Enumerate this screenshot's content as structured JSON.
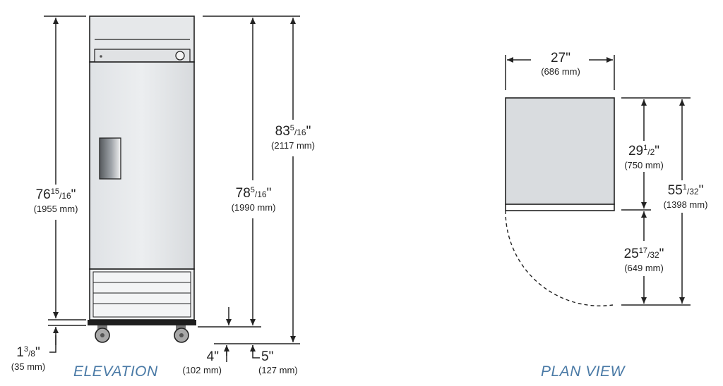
{
  "colors": {
    "outline": "#222222",
    "cabinet_fill": "#d9dcdf",
    "door_fill": "#e9ebed",
    "grille_fill": "#f2f3f4",
    "handle_dark": "#55595d",
    "handle_light": "#f2f2f2",
    "caster": "#9a9a9a",
    "view_title": "#4a7aa6"
  },
  "elevation": {
    "title": "ELEVATION",
    "cabinet_height": {
      "whole": "76",
      "num": "15",
      "den": "16",
      "unit": "\"",
      "mm": "(1955 mm)"
    },
    "overall_height": {
      "whole": "83",
      "num": "5",
      "den": "16",
      "unit": "\"",
      "mm": "(2117 mm)"
    },
    "door_open_height": {
      "whole": "78",
      "num": "5",
      "den": "16",
      "unit": "\"",
      "mm": "(1990 mm)"
    },
    "caster_height": {
      "whole": "1",
      "num": "3",
      "den": "8",
      "unit": "\"",
      "mm": "(35 mm)"
    },
    "leg_4": {
      "whole": "4",
      "unit": "\"",
      "mm": "(102 mm)"
    },
    "leg_5": {
      "whole": "5",
      "unit": "\"",
      "mm": "(127 mm)"
    }
  },
  "plan": {
    "title": "PLAN VIEW",
    "width": {
      "whole": "27",
      "unit": "\"",
      "mm": "(686 mm)"
    },
    "cabinet_depth": {
      "whole": "29",
      "num": "1",
      "den": "2",
      "unit": "\"",
      "mm": "(750 mm)"
    },
    "door_swing": {
      "whole": "25",
      "num": "17",
      "den": "32",
      "unit": "\"",
      "mm": "(649 mm)"
    },
    "total_depth": {
      "whole": "55",
      "num": "1",
      "den": "32",
      "unit": "\"",
      "mm": "(1398 mm)"
    }
  }
}
